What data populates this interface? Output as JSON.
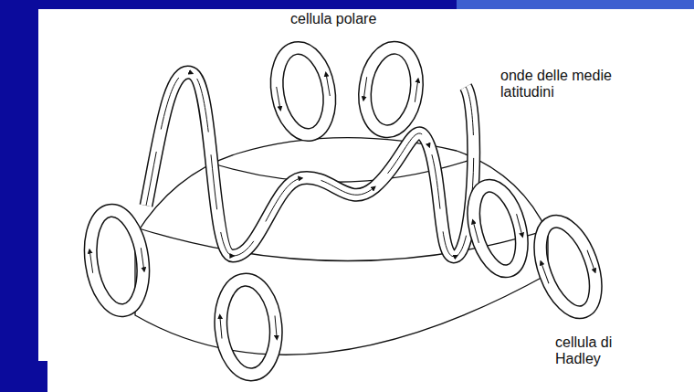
{
  "diagram": {
    "labels": [
      "cellula polare",
      "onde delle medie latitudini",
      "cellula di Hadley"
    ]
  }
}
